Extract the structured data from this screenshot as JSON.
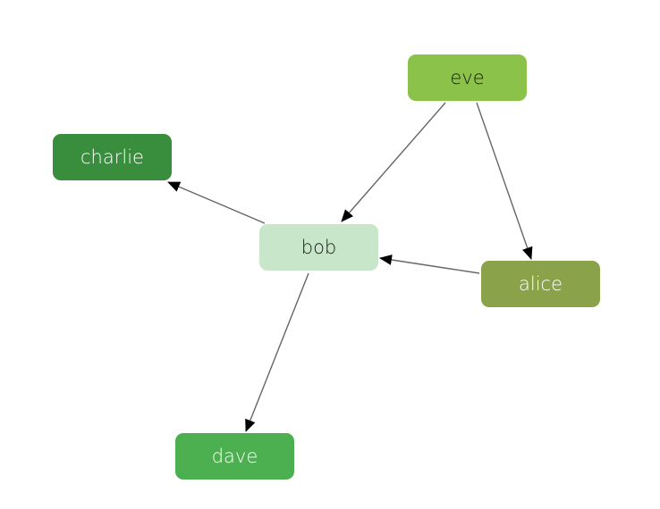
{
  "nodes": [
    {
      "id": "eve",
      "label": "eve",
      "fill": "#8bc34a",
      "text_color": "#1a1a1a"
    },
    {
      "id": "charlie",
      "label": "charlie",
      "fill": "#388e3c",
      "text_color": "#ffffff"
    },
    {
      "id": "bob",
      "label": "bob",
      "fill": "#c8e6c9",
      "text_color": "#1a1a1a"
    },
    {
      "id": "alice",
      "label": "alice",
      "fill": "#8aa34a",
      "text_color": "#ffffff"
    },
    {
      "id": "dave",
      "label": "dave",
      "fill": "#4caf50",
      "text_color": "#ffffff"
    }
  ],
  "edges": [
    {
      "from": "eve",
      "to": "bob"
    },
    {
      "from": "eve",
      "to": "alice"
    },
    {
      "from": "bob",
      "to": "charlie"
    },
    {
      "from": "alice",
      "to": "bob"
    },
    {
      "from": "bob",
      "to": "dave"
    }
  ],
  "edge_color": "#666666",
  "arrow_color": "#000000"
}
